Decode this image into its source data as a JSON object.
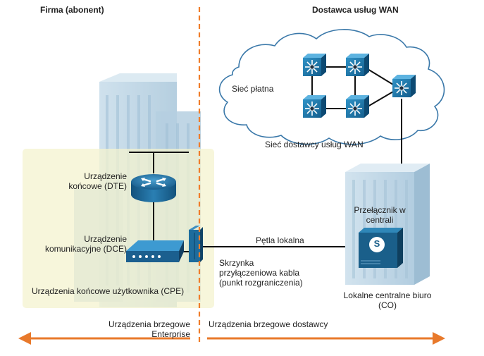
{
  "headers": {
    "left": "Firma (abonent)",
    "right": "Dostawca usług WAN"
  },
  "labels": {
    "paid_network": "Sieć płatna",
    "provider_network": "Sieć dostawcy usług WAN",
    "dte": "Urządzenie\nkońcowe (DTE)",
    "dce": "Urządzenie\nkomunikacyjne (DCE)",
    "cpe": "Urządzenia końcowe użytkownika (CPE)",
    "local_loop": "Pętla lokalna",
    "demarc": "Skrzynka\nprzyłączeniowa kabla\n(punkt rozgraniczenia)",
    "co_switch": "Przełącznik w\ncentrali",
    "co": "Lokalne centralne biuro\n(CO)",
    "enterprise_edge": "Urządzenia brzegowe\nEnterprise",
    "provider_edge": "Urządzenia brzegowe dostawcy",
    "switch_letter": "S"
  },
  "colors": {
    "boundary": "#f07d2a",
    "arrow": "#e8792b",
    "cpe_area": "#f4f3cf",
    "cloud": "#3a78a9",
    "wan_switch": "#1a7aae",
    "co_switch": "#1a5f8a",
    "building": "#bed7e6"
  },
  "icons": {
    "router": "router-icon",
    "modem": "modem-icon",
    "demarc_box": "demarc-box-icon",
    "wan_switch": "wan-switch-icon",
    "co_switch": "co-switch-icon",
    "cloud": "cloud-icon"
  }
}
